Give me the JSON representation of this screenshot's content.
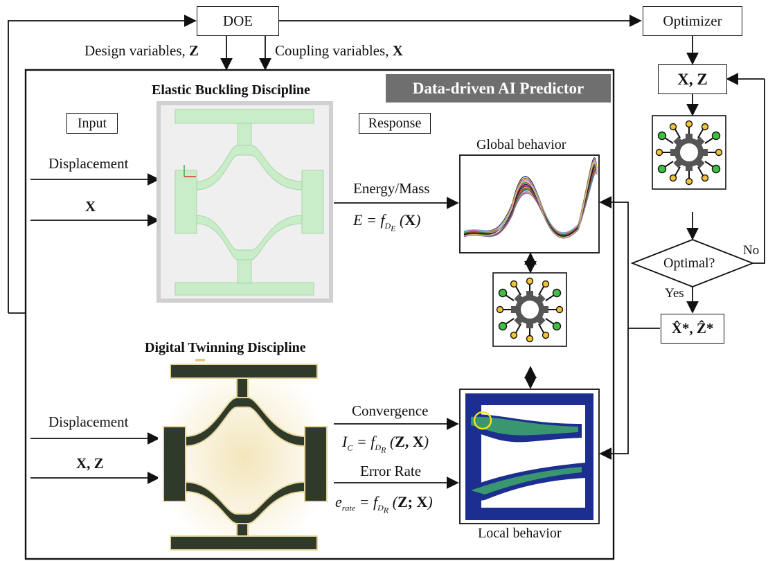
{
  "doe": "DOE",
  "optimizer": "Optimizer",
  "design_variables": "Design variables, ",
  "design_var_symbol": "Z",
  "coupling_variables": "Coupling variables, ",
  "coupling_var_symbol": "X",
  "predictor_title": "Data-driven AI Predictor",
  "elastic": {
    "title": "Elastic Buckling Discipline",
    "input_label": "Input",
    "response_label": "Response",
    "displacement": "Displacement",
    "x_input": "X",
    "output_name": "Energy/Mass",
    "equation": {
      "lhs": "E",
      "rhs_symbol": "f",
      "sub": "D",
      "subsub": "E",
      "arg": "X"
    }
  },
  "digital": {
    "title": "Digital Twinning Discipline",
    "displacement": "Displacement",
    "xz_input": "X, Z",
    "convergence": "Convergence",
    "conv_equation": {
      "lhs": "I",
      "lhs_sub": "C",
      "rhs_symbol": "f",
      "sub": "D",
      "subsub": "R",
      "arg": "Z, X"
    },
    "error_rate": "Error Rate",
    "err_equation": {
      "lhs": "e",
      "lhs_sub": "rate",
      "rhs_symbol": "f",
      "sub": "D",
      "subsub": "R",
      "arg": "Z; X"
    }
  },
  "global_behavior": "Global behavior",
  "local_behavior": "Local behavior",
  "ai_chip_label": "AI",
  "xz_box": "X, Z",
  "decision": "Optimal?",
  "yes": "Yes",
  "no": "No",
  "result": "X̂*, Ẑ*",
  "colors": {
    "predictor_bg": "#6f6f6f",
    "elastic_bg": "#efefef",
    "elastic_part": "#c9ecc9",
    "twin_part": "#2f3a2a",
    "twin_glow": "#efe2b4",
    "fem_blue": "#1c2e8f",
    "fem_green": "#3ea86a",
    "chip_gear": "#555555",
    "pin_green": "#3fbf3f",
    "pin_yellow": "#f2c33a"
  }
}
